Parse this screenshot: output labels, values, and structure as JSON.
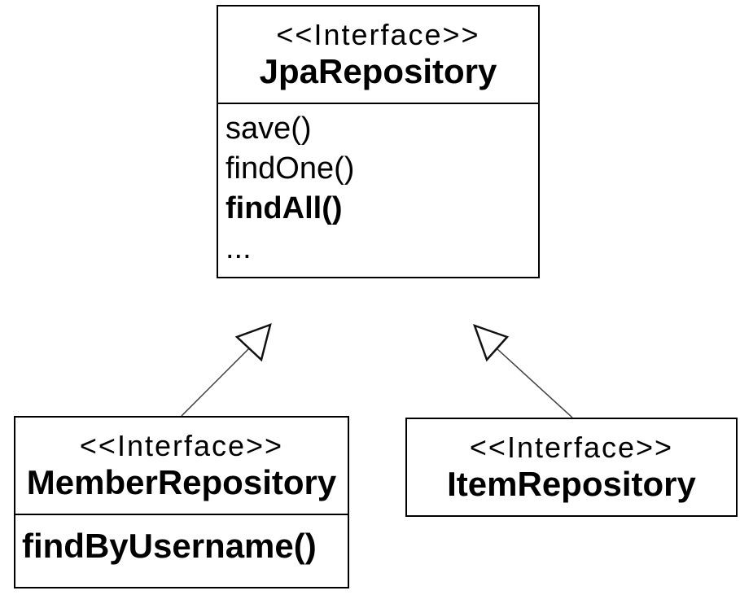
{
  "diagram": {
    "type": "uml-class-diagram",
    "classes": [
      {
        "id": "jpa-repository",
        "stereotype": "<<Interface>>",
        "name": "JpaRepository",
        "methods": [
          {
            "label": "save()",
            "bold": false
          },
          {
            "label": "findOne()",
            "bold": false
          },
          {
            "label": "findAll()",
            "bold": true
          },
          {
            "label": "...",
            "bold": false
          }
        ]
      },
      {
        "id": "member-repository",
        "stereotype": "<<Interface>>",
        "name": "MemberRepository",
        "methods": [
          {
            "label": "findByUsername()",
            "bold": true
          }
        ]
      },
      {
        "id": "item-repository",
        "stereotype": "<<Interface>>",
        "name": "ItemRepository",
        "methods": []
      }
    ],
    "relationships": [
      {
        "from": "MemberRepository",
        "to": "JpaRepository",
        "type": "generalization",
        "arrowhead": "hollow-triangle"
      },
      {
        "from": "ItemRepository",
        "to": "JpaRepository",
        "type": "generalization",
        "arrowhead": "hollow-triangle"
      }
    ],
    "colors": {
      "background": "#ffffff",
      "box_fill": "#ffffff",
      "box_border": "#000000",
      "text": "#000000",
      "arrow_line": "#3c3c3c",
      "arrowhead_stroke": "#111111",
      "arrowhead_fill": "#ffffff"
    }
  }
}
